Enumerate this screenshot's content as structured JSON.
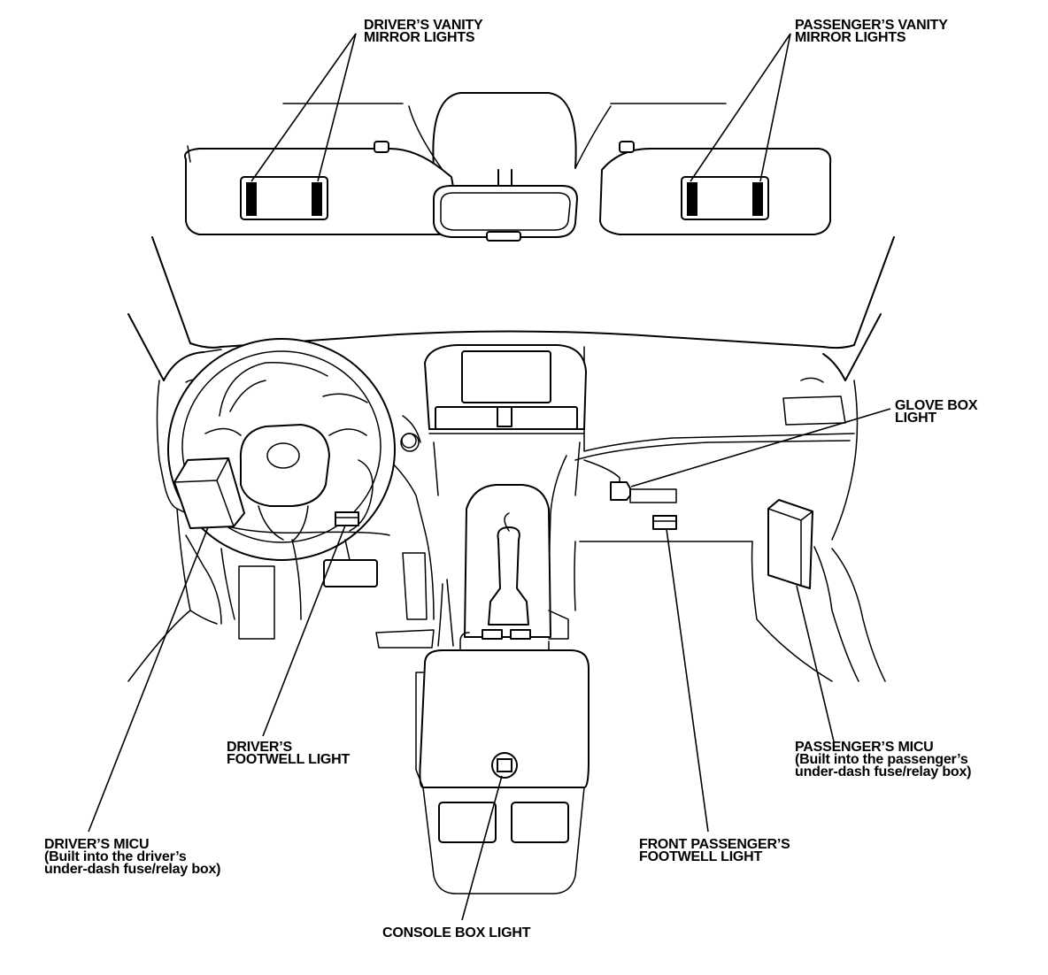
{
  "labels": {
    "driver_vanity": {
      "line1": "DRIVER’S VANITY",
      "line2": "MIRROR LIGHTS"
    },
    "passenger_vanity": {
      "line1": "PASSENGER’S VANITY",
      "line2": "MIRROR LIGHTS"
    },
    "glove_box": {
      "line1": "GLOVE BOX",
      "line2": "LIGHT"
    },
    "driver_footwell": {
      "line1": "DRIVER’S",
      "line2": "FOOTWELL LIGHT"
    },
    "passenger_micu": {
      "line1": "PASSENGER’S MICU",
      "line2": "(Built into the passenger’s",
      "line3": "under-dash fuse/relay box)"
    },
    "driver_micu": {
      "line1": "DRIVER’S MICU",
      "line2": "(Built into the driver’s",
      "line3": "under-dash fuse/relay box)"
    },
    "front_passenger_footwell": {
      "line1": "FRONT PASSENGER’S",
      "line2": "FOOTWELL LIGHT"
    },
    "console_box": {
      "line1": "CONSOLE BOX LIGHT"
    }
  }
}
